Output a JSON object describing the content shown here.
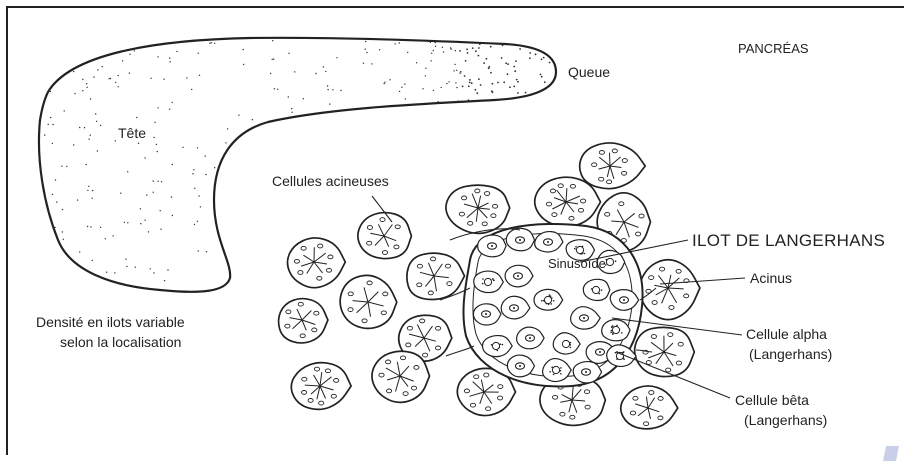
{
  "title": "PANCRÉAS",
  "labels": {
    "tete": "Tête",
    "queue": "Queue",
    "cellules_acineuses": "Cellules acineuses",
    "ilot": "ILOT DE LANGERHANS",
    "acinus": "Acinus",
    "sinusoide": "Sinusoïde",
    "densite_1": "Densité en ilots variable",
    "densite_2": "selon la localisation",
    "alpha_1": "Cellule alpha",
    "alpha_2": "(Langerhans)",
    "beta_1": "Cellule bêta",
    "beta_2": "(Langerhans)"
  },
  "colors": {
    "ink": "#222222",
    "background": "#ffffff",
    "corner_mark": "#c9cfe8"
  }
}
